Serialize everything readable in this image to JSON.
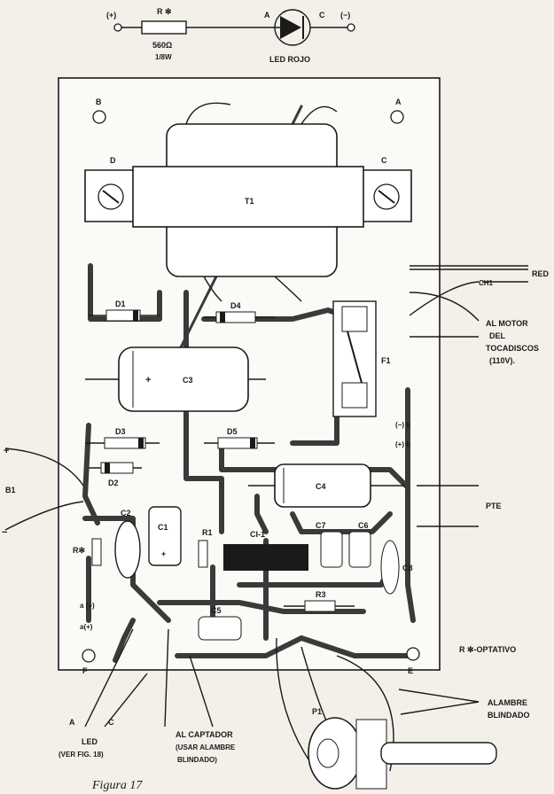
{
  "schematic": {
    "plus_terminal": "(+)",
    "minus_terminal": "(−)",
    "resistor_ref": "R ✻",
    "resistor_value": "560Ω",
    "resistor_power": "1/8W",
    "anode": "A",
    "cathode": "C",
    "led_label": "LED ROJO"
  },
  "board": {
    "hole_b": "B",
    "hole_a": "A",
    "hole_f": "F",
    "hole_e": "E",
    "screw_d": "D",
    "screw_c": "C",
    "transformer": "T1",
    "d1": "D1",
    "d2": "D2",
    "d3": "D3",
    "d4": "D4",
    "d5": "D5",
    "c1": "C1",
    "c2": "C2",
    "c3": "C3",
    "c4": "C4",
    "c5": "C5",
    "c6": "C6",
    "c7": "C7",
    "c8": "C8",
    "r1": "R1",
    "r3": "R3",
    "r_opt": "R✻",
    "ic": "CI-1",
    "fuse": "F1",
    "pad_minus_b": "(−) b",
    "pad_plus_b": "(+) b",
    "pad_plus_a": "a (+)",
    "pad_plus_a2": "a(+)"
  },
  "callouts": {
    "red": "RED",
    "ch1": "CH1",
    "motor_1": "AL MOTOR",
    "motor_2": "DEL",
    "motor_3": "TOCADISCOS",
    "motor_4": "(110V).",
    "pte": "PTE",
    "b1": "B1",
    "plus": "+",
    "minus": "−",
    "r_optativo": "R ✻-OPTATIVO",
    "alambre_1": "ALAMBRE",
    "alambre_2": "BLINDADO",
    "led": "LED",
    "led_ref": "(VER FIG. 18)",
    "led_a": "A",
    "led_c": "C",
    "captador_1": "AL CAPTADOR",
    "captador_2": "(USAR ALAMBRE",
    "captador_3": "BLINDADO)",
    "p1": "P1"
  },
  "caption": "Figura 17"
}
